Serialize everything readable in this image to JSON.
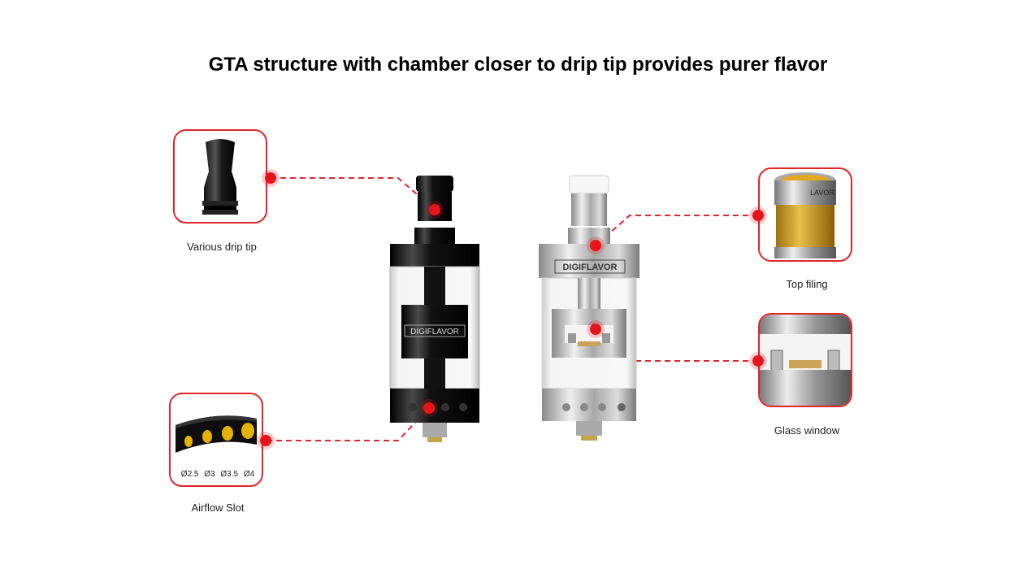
{
  "title": "GTA structure with chamber closer to drip tip provides purer flavor",
  "callouts": {
    "drip_tip": {
      "caption": "Various drip tip"
    },
    "top_filling": {
      "caption": "Top  filing"
    },
    "glass_window": {
      "caption": "Glass  window"
    },
    "airflow_slot": {
      "caption": "Airflow Slot",
      "sizes": [
        "Ø2.5",
        "Ø3",
        "Ø3.5",
        "Ø4"
      ]
    }
  },
  "devices": {
    "black_tank": {
      "brand_text": "DIGIFLAVOR",
      "finish": "black"
    },
    "steel_tank": {
      "brand_text": "DIGIFLAVOR",
      "finish": "stainless steel"
    }
  },
  "colors": {
    "accent": "#e0262b",
    "dot": "#e8141b",
    "juice": "#d6a526"
  }
}
